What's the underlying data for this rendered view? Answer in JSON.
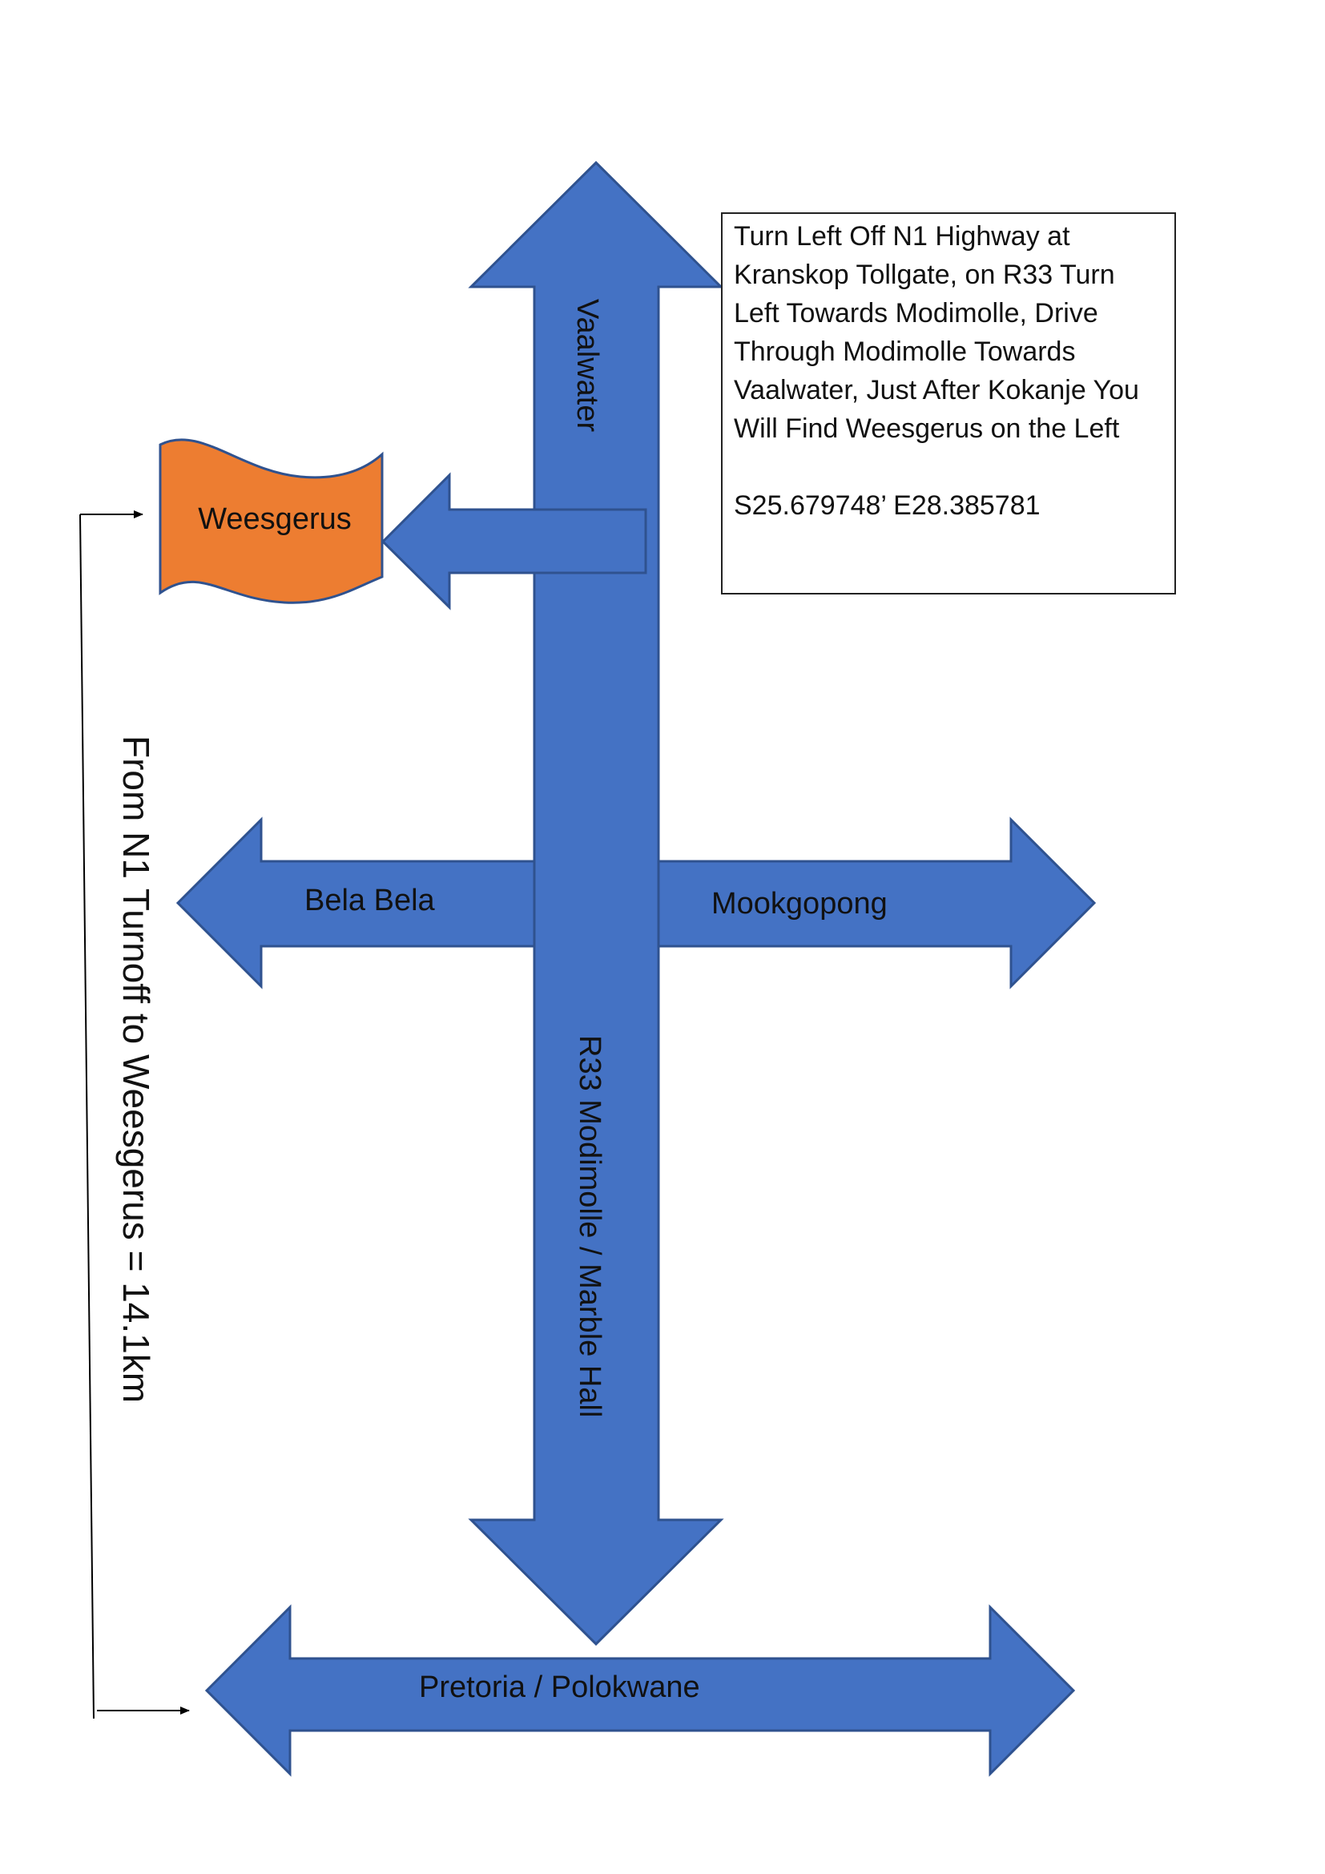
{
  "destination": "Weesgerus",
  "roads": {
    "north": "Vaalwater",
    "west": "Bela Bela",
    "east": "Mookgopong",
    "south": "R33 Modimolle / Marble Hall",
    "highway": "Pretoria / Polokwane"
  },
  "distance_label": "From N1 Turnoff to Weesgerus = 14.1km",
  "directions": {
    "text": "Turn Left Off N1 Highway at Kranskop Tollgate, on R33 Turn Left Towards Modimolle, Drive Through Modimolle Towards Vaalwater, Just After Kokanje You Will Find Weesgerus on the Left",
    "coordinates": "S25.679748’ E28.385781"
  },
  "colors": {
    "road": "#4472C4",
    "road_outline": "#2F528F",
    "destination_flag": "#ED7D31"
  }
}
